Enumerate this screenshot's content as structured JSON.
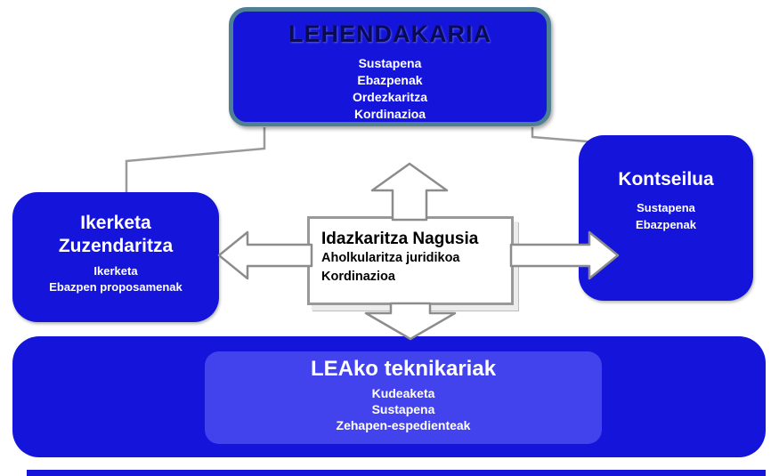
{
  "colors": {
    "box_blue": "#1414db",
    "inner_blue": "#4343ee",
    "top_border_teal": "#4e7f93",
    "title_navy": "#0a0a55",
    "arrow_stroke": "#8c8c8c",
    "center_box_bg": "#ffffff"
  },
  "diagram": {
    "lehendakaria": {
      "title": "LEHENDAKARIA",
      "items": [
        "Sustapena",
        "Ebazpenak",
        "Ordezkaritza",
        "Kordinazioa"
      ]
    },
    "ikerketa": {
      "title_line1": "Ikerketa",
      "title_line2": "Zuzendaritza",
      "items": [
        "Ikerketa",
        "Ebazpen proposamenak"
      ]
    },
    "kontseilua": {
      "title": "Kontseilua",
      "items": [
        "Sustapena",
        "Ebazpenak"
      ]
    },
    "idazkaritza": {
      "title": "Idazkaritza Nagusia",
      "items": [
        "Aholkularitza juridikoa",
        "Kordinazioa"
      ]
    },
    "leako": {
      "title": "LEAko teknikariak",
      "items": [
        "Kudeaketa",
        "Sustapena",
        "Zehapen-espedienteak"
      ]
    }
  }
}
